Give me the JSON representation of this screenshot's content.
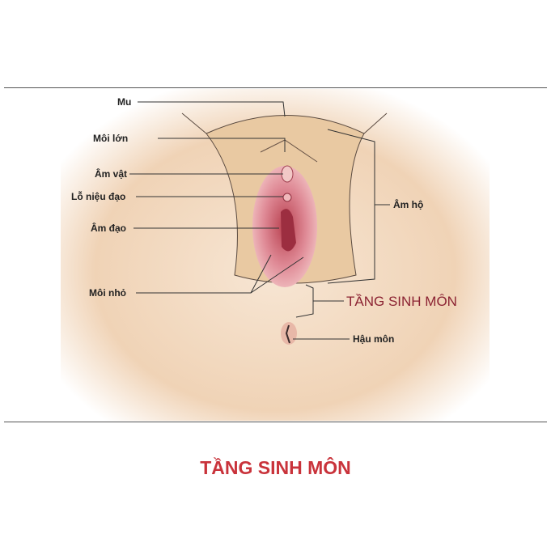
{
  "figure": {
    "labels": {
      "mu": "Mu",
      "moi_lon": "Môi lớn",
      "am_vat": "Âm vật",
      "lo_nieu_dao": "Lỗ niệu đạo",
      "am_dao": "Âm đạo",
      "moi_nho": "Môi nhỏ",
      "am_ho": "Âm hộ",
      "tang_sinh_mon": "TẦNG SINH MÔN",
      "hau_mon": "Hậu môn"
    },
    "colors": {
      "skin": "#f3dcc4",
      "tissue": "#d9707f",
      "label_accent": "#8b2232"
    }
  },
  "caption": "TẦNG SINH MÔN",
  "caption_color": "#c9333b"
}
